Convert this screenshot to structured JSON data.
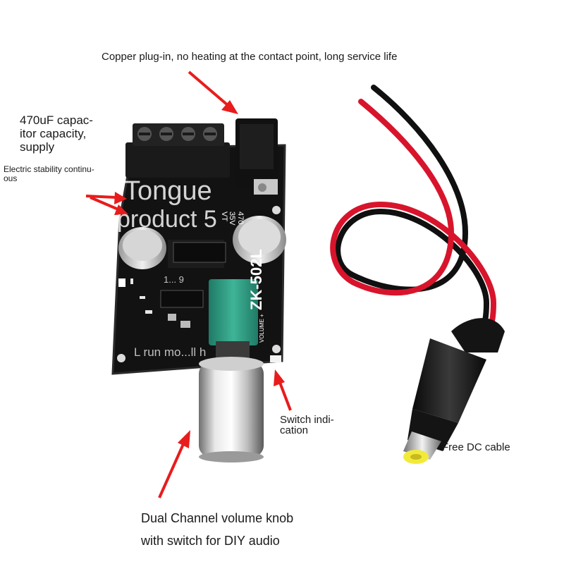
{
  "annotations": {
    "top": "Copper plug-in, no heating at the contact point, long service life",
    "capacitor_title": "470uF capac-\nitor capacity,\nsupply",
    "stability": "Electric stability continu-\nous",
    "switch_indication": "Switch indi-\ncation",
    "dc_cable": "Free DC cable",
    "knob_line1": "Dual Channel volume knob",
    "knob_line2": "with switch for DIY audio"
  },
  "watermark": {
    "line1": "Tongue",
    "line2": "product 5",
    "line3": "L run mo...ll h",
    "line4": "1... 9"
  },
  "board": {
    "model": "ZK-502L",
    "volume_label": "VOLUME +",
    "capacitor_marking": "470\n35V\nVT"
  },
  "colors": {
    "arrow": "#e81c1c",
    "pcb": "#111111",
    "knob_body": "#2f9c84",
    "wire_red": "#d8142c",
    "wire_black": "#101010"
  },
  "icons": [
    "arrow-icon",
    "capacitor-icon",
    "knob-icon",
    "dc-jack-icon",
    "terminal-block-icon"
  ]
}
